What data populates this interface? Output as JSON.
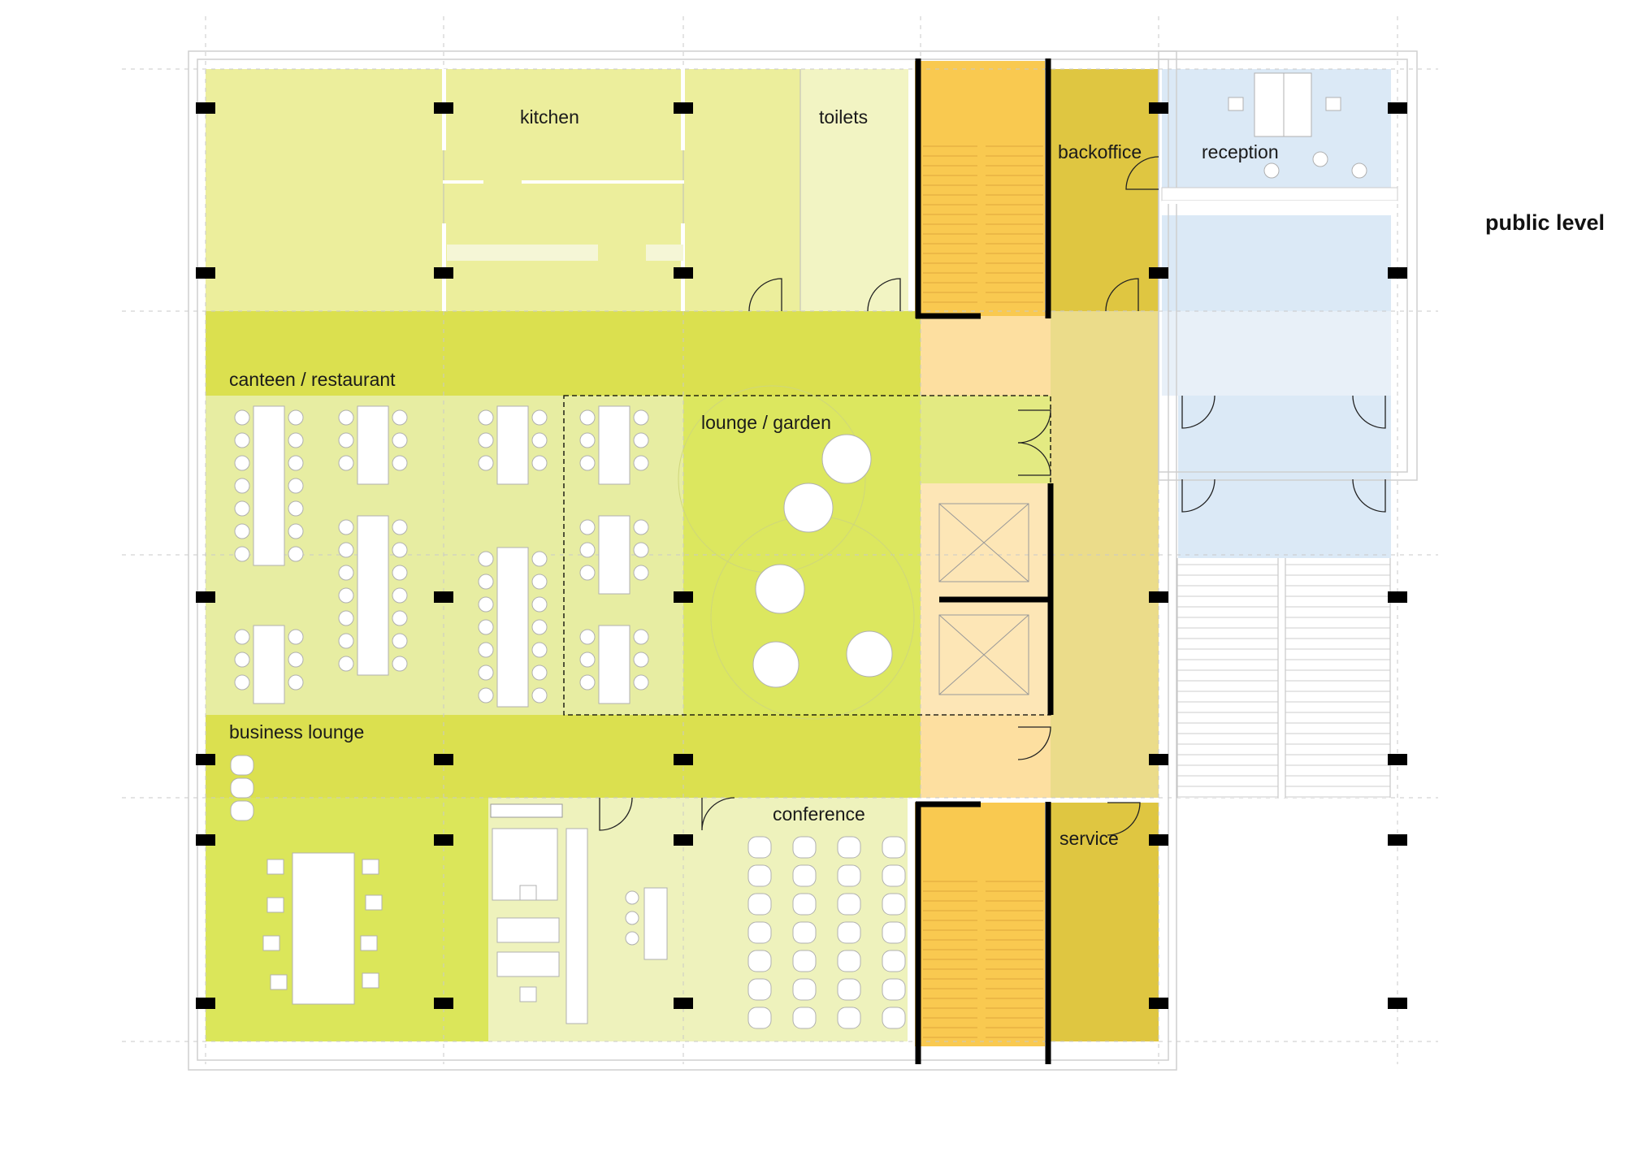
{
  "plan": {
    "level_label": "public level",
    "rooms": {
      "kitchen": "kitchen",
      "toilets": "toilets",
      "backoffice": "backoffice",
      "reception": "reception",
      "canteen": "canteen / restaurant",
      "lounge": "lounge / garden",
      "business_lounge": "business lounge",
      "conference": "conference",
      "service": "service"
    },
    "colors": {
      "kitchen_zone": "#ecee9c",
      "toilets_zone": "#f2f4c3",
      "corridor": "#dbe04f",
      "dining_zone": "#e7eda2",
      "lounge_zone": "#dce75f",
      "business_zone": "#dbe65a",
      "conference_zone": "#eef2bc",
      "stair_core": "#f9c950",
      "core_light": "#fddfa0",
      "backoffice": "#dfc641",
      "service_corridor": "#ebdc8a",
      "reception": "#dbe9f6",
      "reception_light": "#e8f0f8",
      "column": "#000000"
    }
  }
}
